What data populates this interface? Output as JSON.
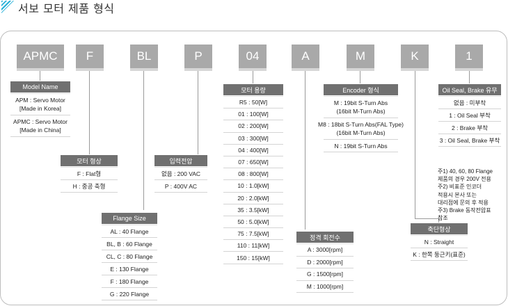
{
  "title": "서보 모터 제품 형식",
  "codes": [
    "APMC",
    "F",
    "BL",
    "P",
    "04",
    "A",
    "M",
    "K",
    "1"
  ],
  "model_name": {
    "header": "Model Name",
    "rows": [
      [
        "APM : Servo Motor",
        "[Made in Korea]"
      ],
      [
        "APMC : Servo Motor",
        "[Made in China]"
      ]
    ]
  },
  "motor_shape": {
    "header": "모터 형상",
    "rows": [
      "F : Flat형",
      "H : 중공 축형"
    ]
  },
  "flange_size": {
    "header": "Flange Size",
    "rows": [
      "AL : 40 Flange",
      "BL, B : 60 Flange",
      "CL, C : 80 Flange",
      "E : 130 Flange",
      "F : 180 Flange",
      "G : 220 Flange"
    ]
  },
  "input_voltage": {
    "header": "입력전압",
    "rows": [
      "없음 : 200 VAC",
      "P : 400V AC"
    ]
  },
  "motor_capacity": {
    "header": "모터 용량",
    "rows": [
      "R5 : 50[W]",
      "01 : 100[W]",
      "02 : 200[W]",
      "03 : 300[W]",
      "04 : 400[W]",
      "07 : 650[W]",
      "08 : 800[W]",
      "10 : 1.0[kW]",
      "20 : 2.0[kW]",
      "35 : 3.5[kW]",
      "50 : 5.0[kW]",
      "75 : 7.5[kW]",
      "110 : 11[kW]",
      "150 : 15[kW]"
    ]
  },
  "rated_speed": {
    "header": "정격 회전수",
    "rows": [
      "A : 3000[rpm]",
      "D : 2000[rpm]",
      "G : 1500[rpm]",
      "M : 1000[rpm]"
    ]
  },
  "encoder": {
    "header": "Encoder 형식",
    "rows": [
      [
        "M : 19bit S-Turn Abs",
        "(16bit M-Turn Abs)"
      ],
      [
        "M8 : 18bit S-Turn Abs(FAL Type)",
        "(16bit M-Turn Abs)"
      ],
      [
        "N : 19bit S-Turn Abs"
      ]
    ]
  },
  "shaft_shape": {
    "header": "축단형상",
    "rows": [
      "N : Straight",
      "K : 한쪽 둥근키(표준)"
    ]
  },
  "oil_seal": {
    "header": "Oil Seal, Brake 유무",
    "rows": [
      "없음 : 미부착",
      "1 : Oil Seal 부착",
      "2 : Brake 부착",
      "3 : Oil Seal, Brake 부착"
    ]
  },
  "notes": [
    "주1) 40, 60, 80 Flange",
    "제품의 경우 200V 전용",
    "주2) 비표준 인코더",
    "적용시 본사 또는",
    "대리점에 문의 후 적용",
    "주3) Brake 동작전압표",
    "참조"
  ]
}
